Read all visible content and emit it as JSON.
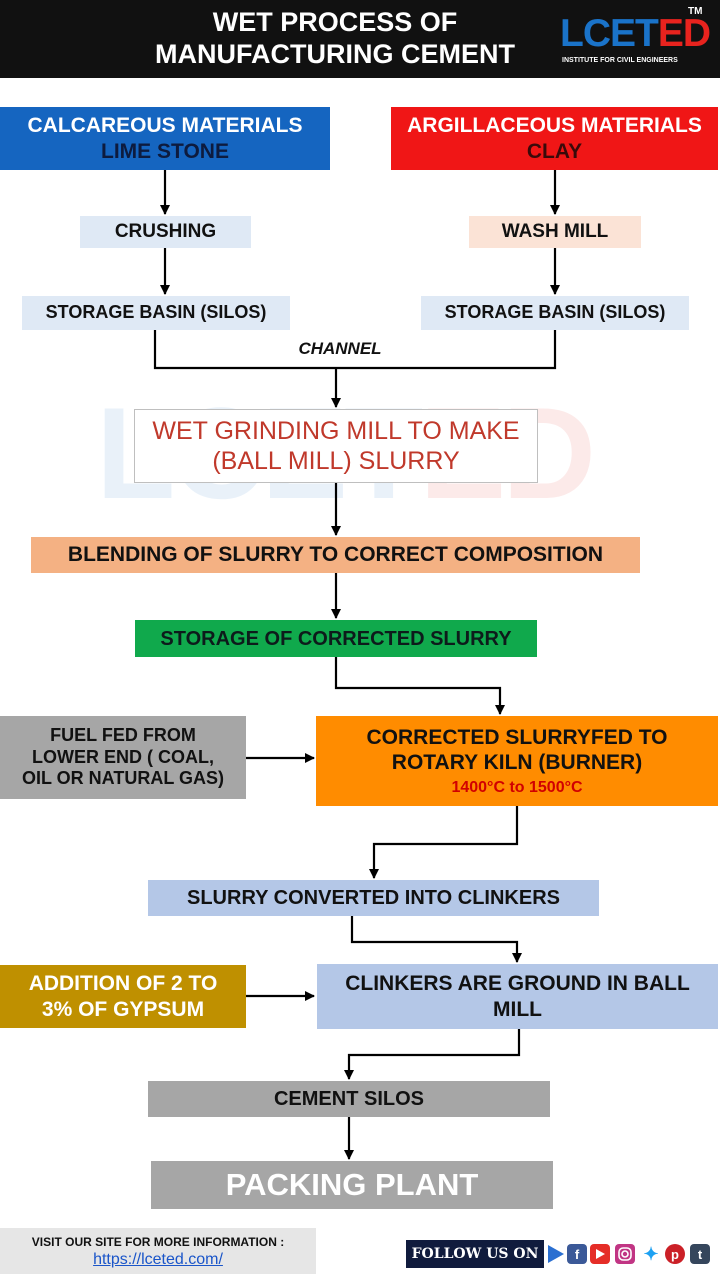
{
  "header": {
    "title_line1": "WET PROCESS  OF",
    "title_line2": "MANUFACTURING CEMENT",
    "logo_lce": "LCET",
    "logo_ed": "ED",
    "logo_tm": "TM",
    "logo_tagline": "INSTITUTE FOR CIVIL ENGINEERS"
  },
  "watermark": {
    "lce": "LCET",
    "ed": "ED"
  },
  "nodes": {
    "calcareous": {
      "line1": "CALCAREOUS MATERIALS",
      "line2": "LIME STONE"
    },
    "argillaceous": {
      "line1": "ARGILLACEOUS MATERIALS",
      "line2": "CLAY"
    },
    "crushing": "CRUSHING",
    "wash_mill": "WASH MILL",
    "storage_left": "STORAGE BASIN (SILOS)",
    "storage_right": "STORAGE BASIN (SILOS)",
    "channel": "CHANNEL",
    "wet_grinding": {
      "line1": "WET GRINDING MILL TO MAKE",
      "line2": "(BALL MILL) SLURRY"
    },
    "blending": "BLENDING OF SLURRY TO CORRECT COMPOSITION",
    "storage_corrected": "STORAGE OF CORRECTED SLURRY",
    "fuel": {
      "line1": "FUEL  FED FROM",
      "line2": "LOWER END ( COAL,",
      "line3": "OIL OR NATURAL GAS)"
    },
    "kiln": {
      "line1": "CORRECTED SLURRYFED TO",
      "line2": "ROTARY KILN (BURNER)",
      "temp": "1400°C to 1500°C"
    },
    "clinkers": "SLURRY CONVERTED INTO CLINKERS",
    "gypsum": {
      "line1": "ADDITION OF 2 TO",
      "line2": "3% OF GYPSUM"
    },
    "ground": {
      "line1": "CLINKERS ARE GROUND IN BALL",
      "line2": "MILL"
    },
    "cement_silos": "CEMENT SILOS",
    "packing": "PACKING PLANT"
  },
  "footer": {
    "visit": "VISIT OUR SITE FOR MORE INFORMATION :",
    "url": "https://lceted.com/",
    "follow": "FOLLOW US ON",
    "social_icons": [
      "play-icon",
      "facebook-icon",
      "youtube-icon",
      "instagram-icon",
      "twitter-icon",
      "pinterest-icon",
      "tumblr-icon"
    ]
  },
  "colors": {
    "header_bg": "#111111",
    "logo_blue": "#1a73c9",
    "logo_red": "#e8231e",
    "calcareous_bg": "#1565c0",
    "argillaceous_bg": "#f01616",
    "pale_blue": "#dfe9f5",
    "pale_peach": "#fbe3d6",
    "blending_bg": "#f4b183",
    "storage_corrected_bg": "#10a94c",
    "fuel_bg": "#a6a6a6",
    "kiln_bg": "#ff8c00",
    "clinker_blue": "#b4c7e7",
    "gypsum_bg": "#bf9000",
    "gray_box": "#a6a6a6",
    "wet_grinding_text": "#c0392b"
  }
}
